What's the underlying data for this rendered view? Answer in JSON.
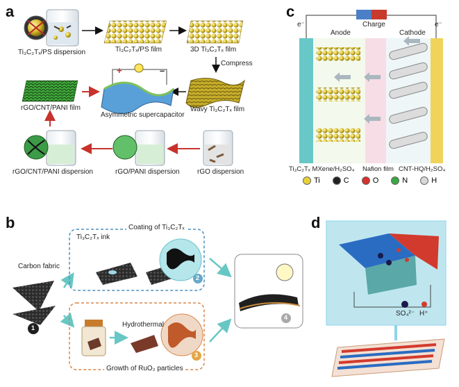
{
  "panels": {
    "a": {
      "letter": "a",
      "labels": {
        "ps_dispersion": "Ti₃C₂Tₓ/PS dispersion",
        "ps_film": "Ti₃C₂Tₓ/PS film",
        "film_3d": "3D Ti₃C₂Tₓ film",
        "compress": "Compress",
        "wavy_film": "Wavy Ti₃C₂Tₓ film",
        "rgo_cnt_pani_film": "rGO/CNT/PANI film",
        "asym_supercap": "Asymmetric supercapacitor",
        "rgo_cnt_pani_dispersion": "rGO/CNT/PANI dispersion",
        "rgo_pani_dispersion": "rGO/PANI dispersion",
        "rgo_dispersion": "rGO dispersion",
        "plus": "+",
        "minus": "–"
      }
    },
    "b": {
      "letter": "b",
      "labels": {
        "carbon_fabric": "Carbon fabric",
        "ink": "Ti₃C₂Tₓ ink",
        "coating": "Coating of Ti₃C₂Tₓ",
        "hydrothermal": "Hydrothermal",
        "growth": "Growth of RuO₂ particles",
        "step1": "1",
        "step2": "2",
        "step3": "3",
        "step4": "4"
      }
    },
    "c": {
      "letter": "c",
      "labels": {
        "charge": "Charge",
        "anode": "Anode",
        "cathode": "Cathode",
        "electron": "e⁻",
        "bottom_left": "Ti₃C₂Tₓ MXene/H₂SO₄",
        "bottom_mid": "Nafion film",
        "bottom_right": "CNT-HQ/H₂SO₄"
      },
      "legend": [
        {
          "symbol": "Ti",
          "color": "#e8d23a"
        },
        {
          "symbol": "C",
          "color": "#222222"
        },
        {
          "symbol": "O",
          "color": "#d9302a"
        },
        {
          "symbol": "N",
          "color": "#3aa845"
        },
        {
          "symbol": "H",
          "color": "#d8d8d8"
        }
      ]
    },
    "d": {
      "letter": "d",
      "labels": {
        "sulfate": "SO₄²⁻",
        "proton": "H⁺"
      }
    }
  },
  "colors": {
    "arrow_red": "#c8322d",
    "dash_blue": "#4b8fc1",
    "dash_orange": "#d9864a",
    "teal": "#67c7c4",
    "box_blue": "#8fd3ea"
  }
}
